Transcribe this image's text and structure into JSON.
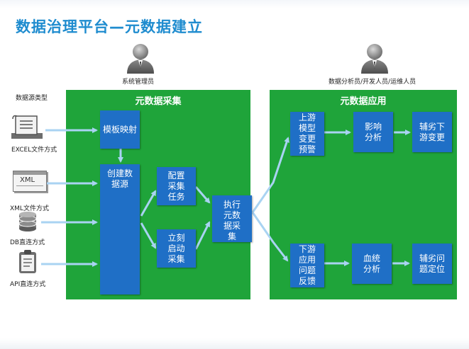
{
  "title": "数据治理平台—元数据建立",
  "actors": {
    "left": "系统管理员",
    "right": "数据分析员/开发人员/运维人员"
  },
  "source_header": "数据源类型",
  "sources": [
    {
      "label": "EXCEL文件方式",
      "icon": "excel-file-icon"
    },
    {
      "label": "XML文件方式",
      "icon": "xml-file-icon",
      "icon_text": "XML"
    },
    {
      "label": "DB直连方式",
      "icon": "database-icon"
    },
    {
      "label": "API直连方式",
      "icon": "api-clipboard-icon"
    }
  ],
  "collect_panel": {
    "title": "元数据采集",
    "boxes": {
      "template_mapping": "模板映射",
      "create_source": "创建数据源",
      "config_task": "配置采集任务",
      "start_now": "立刻启动采集",
      "execute": "执行元数据采集"
    }
  },
  "app_panel": {
    "title": "元数据应用",
    "boxes": {
      "upstream_alert": "上游模型变更预警",
      "impact_analysis": "影响分析",
      "assist_downstream": "辅劣下游变更",
      "downstream_feedback": "下游应用问题反馈",
      "lineage_analysis": "血统分析",
      "assist_locate": "辅劣问题定位"
    }
  },
  "colors": {
    "title": "#1f8ccf",
    "panel": "#1fa43a",
    "box": "#1f6fc6",
    "arrow": "#a9d3f2"
  }
}
